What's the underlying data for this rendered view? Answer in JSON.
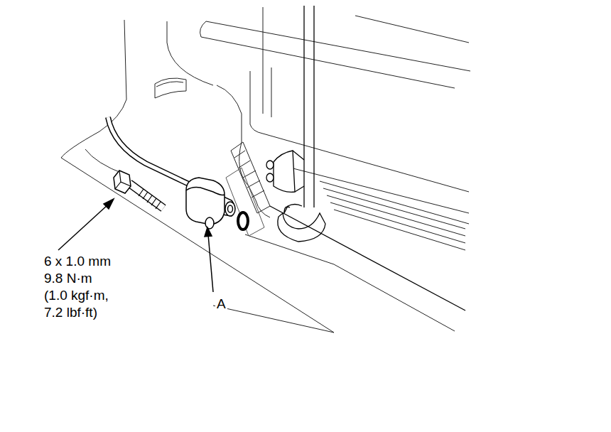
{
  "diagram": {
    "labels": [
      "6 x 1.0 mm",
      "9.8 N·m",
      "(1.0 kgf·m,",
      "7.2 lbf·ft)",
      "A"
    ]
  }
}
